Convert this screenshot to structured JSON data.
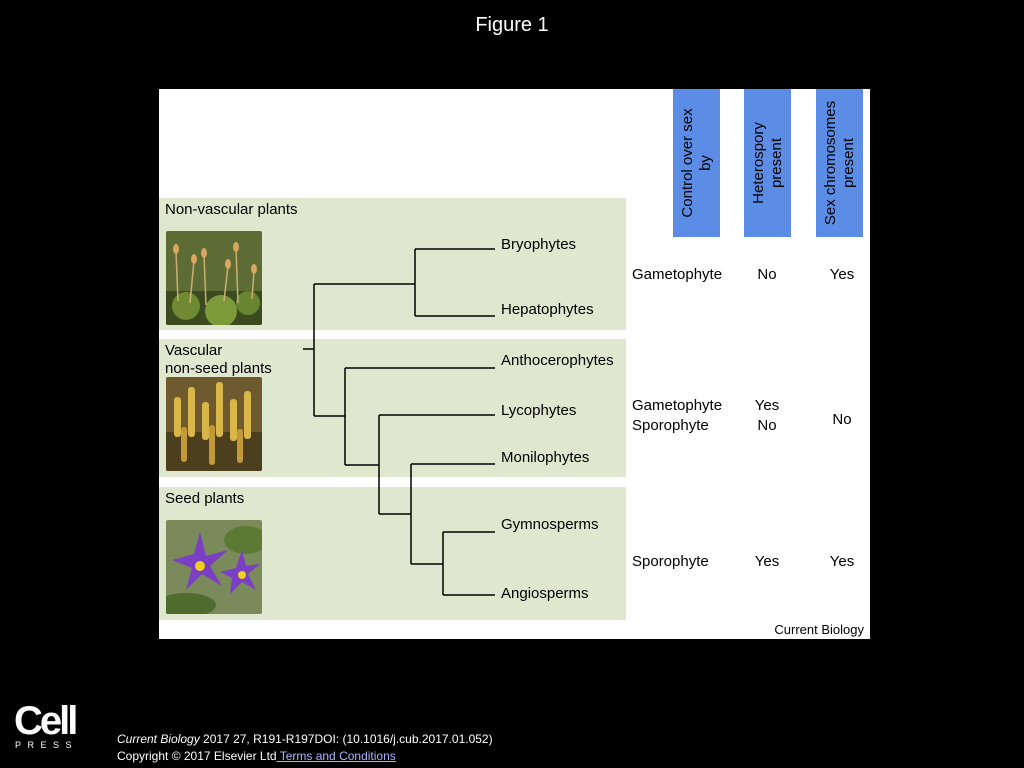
{
  "slide": {
    "title": "Figure 1"
  },
  "groups": [
    {
      "label": "Non-vascular plants"
    },
    {
      "label": "Vascular\nnon-seed plants"
    },
    {
      "label": "Seed plants"
    }
  ],
  "taxa": [
    "Bryophytes",
    "Hepatophytes",
    "Anthocerophytes",
    "Lycophytes",
    "Monilophytes",
    "Gymnosperms",
    "Angiosperms"
  ],
  "columns": [
    {
      "header": "Control over sex\nby"
    },
    {
      "header": "Heterospory\npresent"
    },
    {
      "header": "Sex chromosomes\npresent"
    }
  ],
  "rows": [
    {
      "control": "Gametophyte",
      "heterospory": "No",
      "sex_chromosomes": "Yes"
    },
    {
      "control": "Gametophyte\nSporophyte",
      "heterospory": "Yes\nNo",
      "sex_chromosomes": "No"
    },
    {
      "control": "Sporophyte",
      "heterospory": "Yes",
      "sex_chromosomes": "Yes"
    }
  ],
  "figure_credit": "Current Biology",
  "logo": {
    "word": "Cell",
    "sub": "PRESS"
  },
  "citation": {
    "journal": "Current Biology",
    "reference": " 2017 27, R191-R197DOI: (10.1016/j.cub.2017.01.052)",
    "copyright": "Copyright © 2017 Elsevier Ltd",
    "terms_link": " Terms and Conditions"
  },
  "colors": {
    "panel": "#dfe8cf",
    "header": "#5b8de6",
    "background": "#000000"
  }
}
